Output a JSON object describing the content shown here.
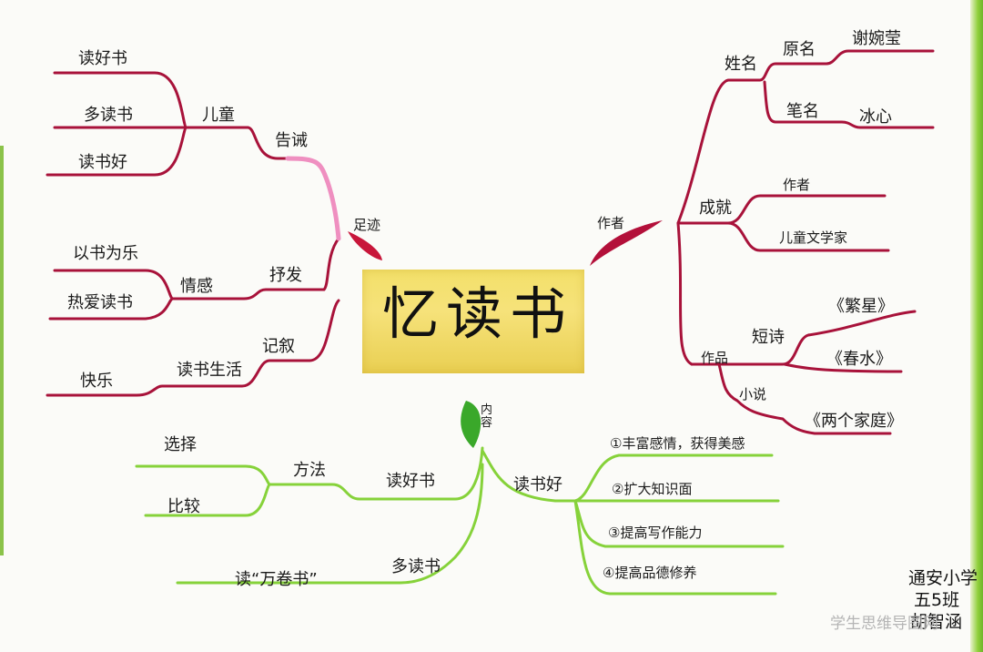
{
  "title": "忆读书",
  "branches": {
    "footprints": {
      "label": "足迹",
      "admonition": {
        "label": "告诫",
        "children": {
          "label": "儿童",
          "items": [
            "读好书",
            "多读书",
            "读书好"
          ]
        }
      },
      "express": {
        "label": "抒发",
        "children": {
          "label": "情感",
          "items": [
            "以书为乐",
            "热爱读书"
          ]
        }
      },
      "record": {
        "label": "记叙",
        "children": {
          "label": "读书生活",
          "items": [
            "快乐"
          ]
        }
      }
    },
    "author": {
      "label": "作者",
      "name": {
        "label": "姓名",
        "original": {
          "label": "原名",
          "value": "谢婉莹"
        },
        "pen": {
          "label": "笔名",
          "value": "冰心"
        }
      },
      "achievement": {
        "label": "成就",
        "items": [
          "作者",
          "儿童文学家"
        ]
      },
      "works": {
        "label": "作品",
        "poems": {
          "label": "短诗",
          "items": [
            "《繁星》",
            "《春水》"
          ]
        },
        "novel": {
          "label": "小说",
          "items": [
            "《两个家庭》"
          ]
        }
      }
    },
    "content": {
      "label": "内容",
      "read_good": {
        "label": "读好书",
        "method": {
          "label": "方法",
          "items": [
            "选择",
            "比较"
          ]
        }
      },
      "read_more": {
        "label": "多读书",
        "items": [
          "读“万卷书”"
        ]
      },
      "reading_good": {
        "label": "读书好",
        "items": [
          "①丰富感情，获得美感",
          "②扩大知识面",
          "③提高写作能力",
          "④提高品德修养"
        ]
      }
    }
  },
  "signature": {
    "school": "通安小学",
    "class": "五5班",
    "name": "胡智涵"
  },
  "watermark": "学生思维导图网",
  "colors": {
    "red": "#a8123a",
    "pink": "#ef8fc0",
    "green": "#86d23a",
    "leaf_green": "#3aa82a",
    "highlight": "#f3df6a"
  }
}
